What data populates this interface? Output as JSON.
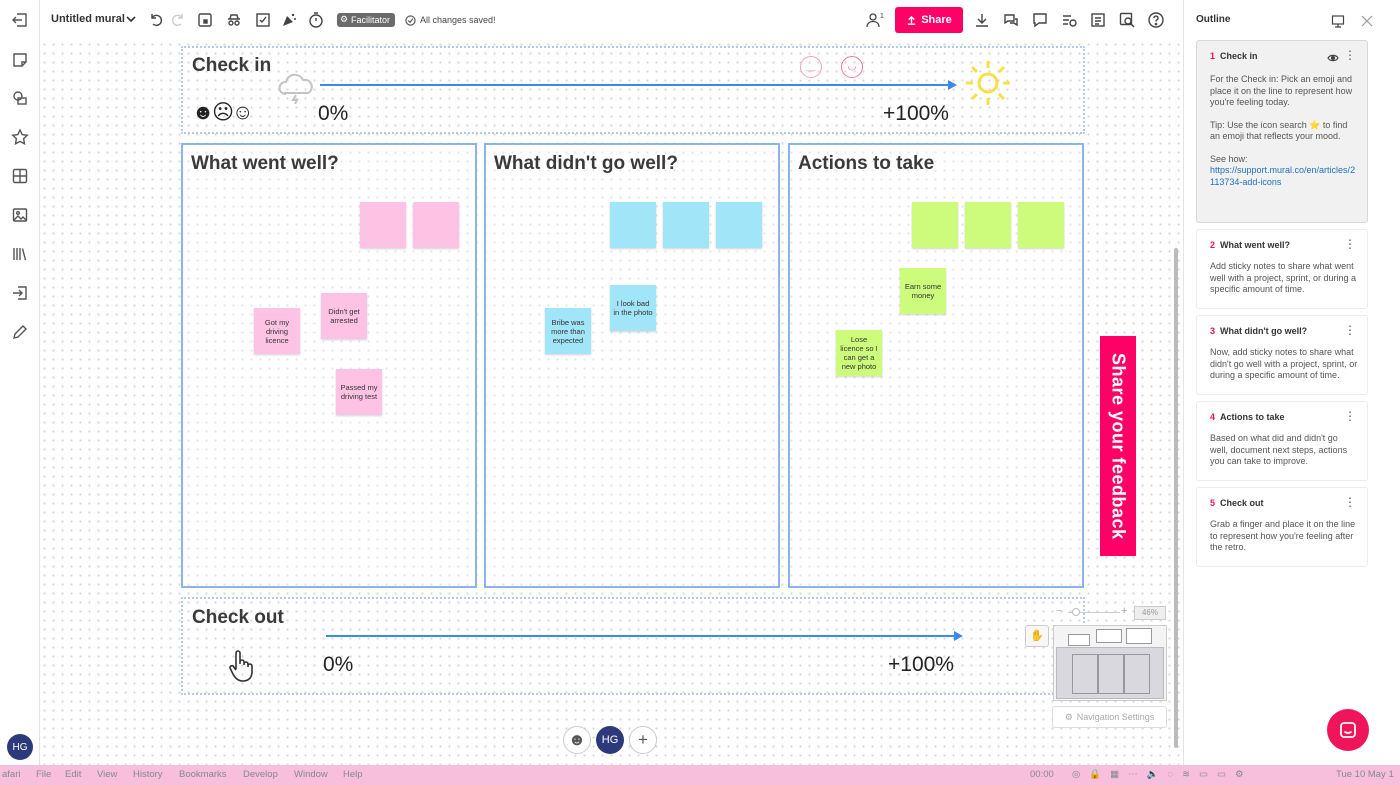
{
  "topbar": {
    "mural_title": "Untitled mural",
    "facilitator_badge": "Facilitator",
    "save_status": "All changes saved!",
    "collaborator_count": "1",
    "share_label": "Share"
  },
  "colors": {
    "accent": "#ff0066",
    "pink_note": "#fec3e4",
    "blue_note": "#a1e5f8",
    "green_note": "#cdfb7c",
    "arrow": "#3b8beb",
    "area_border": "#8ab4ea"
  },
  "checkin": {
    "title": "Check in",
    "left_pct": "0%",
    "right_pct": "+100%"
  },
  "checkout": {
    "title": "Check out",
    "left_pct": "0%",
    "right_pct": "+100%"
  },
  "areas": {
    "well": {
      "title": "What went well?"
    },
    "notwell": {
      "title": "What didn't go well?"
    },
    "actions": {
      "title": "Actions to take"
    }
  },
  "stickies": {
    "licence": "Got my driving licence",
    "arrested": "Didn't get arrested",
    "passed": "Passed my driving test",
    "bribe": "Bribe was more than expected",
    "photo": "I look bad in the photo",
    "money": "Earn some money",
    "lose": "Lose licence so I can get a new photo"
  },
  "feedback_label": "Share your feedback",
  "minimap": {
    "zoom": "46%",
    "nav_settings": "Navigation Settings"
  },
  "bottom": {
    "avatar": "HG"
  },
  "sidebar": {
    "avatar": "HG"
  },
  "outline": {
    "title": "Outline",
    "items": [
      {
        "num": "1",
        "title": "Check in",
        "body": "For the Check in:  Pick an emoji and place it on the line to represent how you're feeling today.",
        "tip": "Tip: Use the icon search ⭐ to find an emoji that reflects your mood.",
        "see": "See how:",
        "link": "https://support.mural.co/en/articles/2113734-add-icons"
      },
      {
        "num": "2",
        "title": "What went well?",
        "body": "Add sticky notes to share what went well with a project, sprint, or during a specific amount of time."
      },
      {
        "num": "3",
        "title": "What didn't go well?",
        "body": "Now, add sticky notes to share what didn't go well with a project, sprint, or during a specific amount of time."
      },
      {
        "num": "4",
        "title": "Actions to take",
        "body": "Based on what did and didn't go well, document next steps, actions you can take to improve."
      },
      {
        "num": "5",
        "title": "Check out",
        "body": "Grab a finger and place it on the line to represent how you're feeling after the retro."
      }
    ]
  },
  "menubar": {
    "app": "afari",
    "items": [
      "File",
      "Edit",
      "View",
      "History",
      "Bookmarks",
      "Develop",
      "Window",
      "Help"
    ],
    "timer": "00:00",
    "datetime": "Tue 10 May 1"
  }
}
